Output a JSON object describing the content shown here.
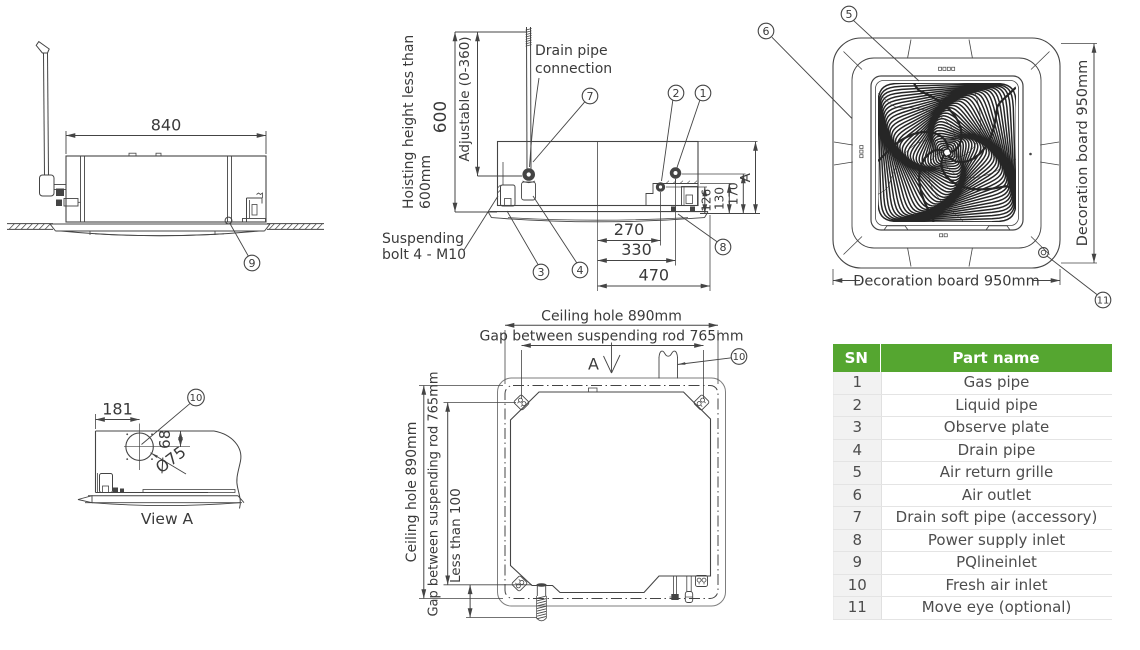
{
  "callouts": {
    "c1": "1",
    "c2": "2",
    "c3": "3",
    "c4": "4",
    "c5": "5",
    "c6": "6",
    "c7": "7",
    "c8": "8",
    "c9": "9",
    "c10": "10",
    "c11": "11"
  },
  "side_view": {
    "dim_width": "840"
  },
  "section_view": {
    "hoisting_line1": "Hoisting height less than",
    "hoisting_line2": "600mm",
    "dim_height": "600",
    "adjustable_label": "Adjustable (0-360)",
    "drain_label_line1": "Drain pipe",
    "drain_label_line2": "connection",
    "suspending_label_line1": "Suspending",
    "suspending_label_line2": "bolt 4 - M10",
    "dim_126": "126",
    "dim_130": "130",
    "dim_170": "170",
    "dim_a": "A",
    "dim_270": "270",
    "dim_330": "330",
    "dim_470": "470"
  },
  "board_view": {
    "bottom_label": "Decoration board 950mm",
    "side_label": "Decoration board 950mm"
  },
  "view_a": {
    "dim_181": "181",
    "dim_68": "68",
    "dim_75": "Ø75",
    "caption": "View A"
  },
  "plan_view": {
    "ceiling_hole_top": "Ceiling hole 890mm",
    "rod_gap_top": "Gap between suspending rod 765mm",
    "ceiling_hole_left": "Ceiling hole 890mm",
    "rod_gap_left": "Gap between suspending rod 765mm",
    "less_than": "Less than 100",
    "view_dir": "A"
  },
  "parts_table": {
    "headers": [
      "SN",
      "Part name"
    ],
    "rows": [
      [
        "1",
        "Gas pipe"
      ],
      [
        "2",
        "Liquid pipe"
      ],
      [
        "3",
        "Observe plate"
      ],
      [
        "4",
        "Drain pipe"
      ],
      [
        "5",
        "Air return grille"
      ],
      [
        "6",
        "Air outlet"
      ],
      [
        "7",
        "Drain soft pipe (accessory)"
      ],
      [
        "8",
        "Power supply inlet"
      ],
      [
        "9",
        "PQlineinlet"
      ],
      [
        "10",
        "Fresh air inlet"
      ],
      [
        "11",
        "Move eye (optional)"
      ]
    ]
  },
  "colors": {
    "accent_green": "#55a630",
    "line": "#444444",
    "text": "#3a3a3a",
    "table_alt_bg": "#f2f2f2",
    "table_border": "#e4e4e4",
    "table_text": "#4d4d4d"
  }
}
